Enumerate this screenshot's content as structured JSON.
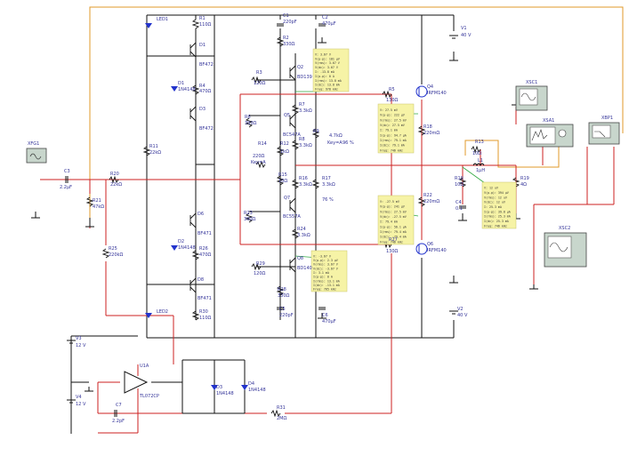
{
  "instruments": {
    "xfg1": "XFG1",
    "xsc1": "XSC1",
    "xsa1": "XSA1",
    "xbp1": "XBP1",
    "xsc2": "XSC2"
  },
  "sources": {
    "v1_name": "V1",
    "v1_value": "40 V",
    "v2_name": "V2",
    "v2_value": "40 V",
    "v3_name": "V3",
    "v3_value": "12 V",
    "v4_name": "V4",
    "v4_value": "12 V"
  },
  "components": {
    "led1": "LED1",
    "led2": "LED2",
    "r1": "R1",
    "r1v": "110Ω",
    "d1": "D1",
    "d1v": "BF472",
    "dz1": "D1",
    "dz1v": "1N4148",
    "r4": "R4",
    "r4v": "470Ω",
    "d3": "D3",
    "d3v": "BF472",
    "c1": "C1",
    "c1v": "220pF",
    "c2": "C2",
    "c2v": "470µF",
    "r2": "R2",
    "r2v": "330Ω",
    "q2": "Q2",
    "q2v": "BD139",
    "r3": "R3",
    "r3v": "120Ω",
    "r11": "R11",
    "r11v": "22kΩ",
    "r6": "R6",
    "r6v": "390Ω",
    "q5": "Q5",
    "q5v": "BC547A",
    "r7": "R7",
    "r7v": "3.3kΩ",
    "r8": "R8",
    "r8v": "3.3kΩ",
    "r9": "R9",
    "r9v": "4.7kΩ",
    "r9k": "Key=A",
    "r9p": "96 %",
    "r14": "R14",
    "r14v": "220Ω",
    "r14k": "Key=A",
    "r12": "R12",
    "r12v": "1kΩ",
    "r15": "R15",
    "r15v": "10Ω",
    "r16": "R16",
    "r16v": "3.3kΩ",
    "r17": "R17",
    "r17v": "3.3kΩ",
    "r17p": "76 %",
    "q7": "Q7",
    "q7v": "BC557A",
    "r23": "R23",
    "r23v": "390Ω",
    "r24": "R24",
    "r24v": "3.3kΩ",
    "q8": "Q8",
    "q8v": "BD140",
    "r29": "R29",
    "r29v": "120Ω",
    "r28": "R28",
    "r28v": "330Ω",
    "c5": "C5",
    "c5v": "220pF",
    "c6": "C6",
    "c6v": "470µF",
    "d6": "D6",
    "d6v": "BF471",
    "dz2": "D2",
    "dz2v": "1N4148",
    "r26": "R26",
    "r26v": "470Ω",
    "d8": "D8",
    "d8v": "BF471",
    "r30": "R30",
    "r30v": "110Ω",
    "c3": "C3",
    "c3v": "2.2µF",
    "r20": "R20",
    "r20v": "22kΩ",
    "r21": "R21",
    "r21v": "47kΩ",
    "r25": "R25",
    "r25v": "220kΩ",
    "r5": "R5",
    "r5v": "130Ω",
    "q4": "Q4",
    "q4v": "IRFM140",
    "r18": "R18",
    "r18v": "220mΩ",
    "r13": "R13",
    "r13v": "10Ω",
    "l1": "L1",
    "l1v": "1µH",
    "r10": "R10",
    "r10v": "10Ω",
    "c4": "C4",
    "c4v": "0.1",
    "r19": "R19",
    "r19v": "4Ω",
    "r22": "R22",
    "r22v": "220mΩ",
    "r27": "R27",
    "r27v": "130Ω",
    "q6": "Q6",
    "q6v": "IRFM140",
    "u1": "U1A",
    "u1v": "TL072CP",
    "d3b": "D3",
    "d3bv": "1N4148",
    "d4": "D4",
    "d4v": "1N4148",
    "r31": "R31",
    "r31v": "2MΩ",
    "c7": "C7",
    "c7v": "2.2pF"
  },
  "probes": [
    [
      "V: 3.67 V",
      "V(p-p): 181 µV",
      "V(rms): 3.67 V",
      "V(dc): 3.67 V",
      "I: -13.8 mA",
      "I(p-p): 0 A",
      "I(rms): 13.8 mA",
      "I(dc): 13.8 mA",
      "Freq: 978 kHz"
    ],
    [
      "V: 27.5 mV",
      "V(p-p): 222 µV",
      "V(rms): 27.5 mV",
      "V(dc): 27.5 mV",
      "I: 79.1 mA",
      "I(p-p): 94.7 µA",
      "I(rms): 79.1 mA",
      "I(dc): 79.1 mA",
      "Freq: 746 kHz"
    ],
    [
      "V: 12 uV",
      "V(p-p): 394 µV",
      "V(rms): 12 uV",
      "V(dc): 12 uV",
      "I: 25.3 mA",
      "I(p-p): 39.8 µA",
      "I(rms): 25.3 mA",
      "I(dc): 25.3 mA",
      "Freq: 746 kHz"
    ],
    [
      "V: -27.5 mV",
      "V(p-p): 241 µV",
      "V(rms): 27.5 mV",
      "V(dc): -27.5 mV",
      "I: 79.4 mA",
      "I(p-p): 56.1 µA",
      "I(rms): 79.4 mA",
      "I(dc): -79.4 mA",
      "Freq: 746 kHz"
    ],
    [
      "V: -3.67 V",
      "V(p-p): 2.3 µV",
      "V(rms): 3.67 V",
      "V(dc): -3.67 V",
      "I: 3.1 mA",
      "I(p-p): 0 A",
      "I(rms): 13.1 mA",
      "I(dc): -13.1 mA",
      "Freq: 765 kHz"
    ]
  ]
}
